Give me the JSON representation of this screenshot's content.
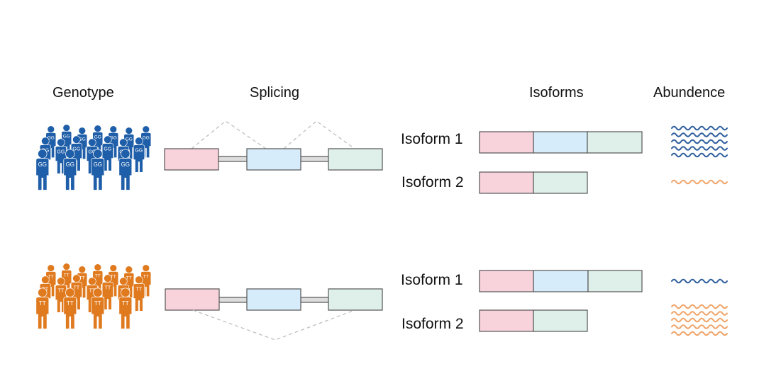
{
  "headers": {
    "genotype": "Genotype",
    "splicing": "Splicing",
    "isoforms": "Isoforms",
    "abundance": "Abundence"
  },
  "groups": [
    {
      "genotype": "GG",
      "color": "#1f5ea8",
      "isoform_labels": [
        "Isoform 1",
        "Isoform 2"
      ],
      "isoform_exons": [
        [
          "exon1",
          "exon2",
          "exon3"
        ],
        [
          "exon1",
          "exon3"
        ]
      ],
      "abundance": {
        "isoform1_waves": 5,
        "isoform2_waves": 1
      },
      "splice_arcs": "above"
    },
    {
      "genotype": "TT",
      "color": "#e07a1f",
      "isoform_labels": [
        "Isoform 1",
        "Isoform 2"
      ],
      "isoform_exons": [
        [
          "exon1",
          "exon2",
          "exon3"
        ],
        [
          "exon1",
          "exon3"
        ]
      ],
      "abundance": {
        "isoform1_waves": 1,
        "isoform2_waves": 5
      },
      "splice_arcs": "below"
    }
  ],
  "colors": {
    "exon1": "#f9d3dc",
    "exon2": "#d6ecfa",
    "exon3": "#dff0ea",
    "box_stroke": "#555555",
    "wave_blue": "#2f5f9e",
    "wave_orange": "#f0a46a",
    "dashed": "#bbbbbb"
  }
}
